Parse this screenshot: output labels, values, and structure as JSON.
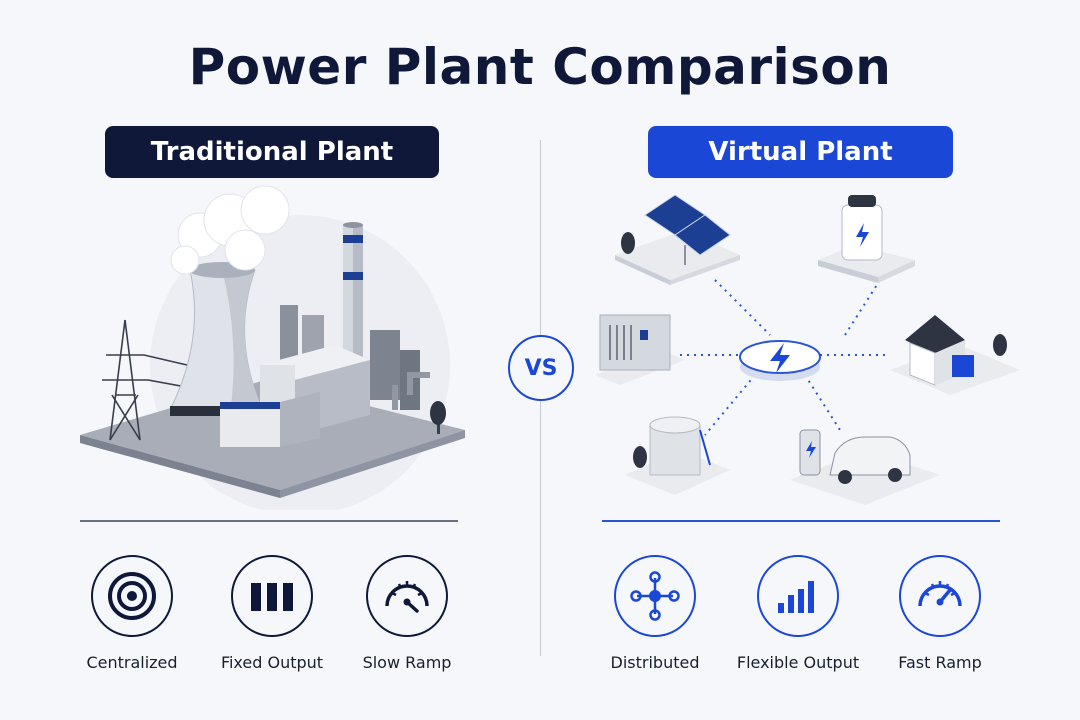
{
  "title": "Power Plant Comparison",
  "traditional": {
    "label": "Traditional Plant",
    "features": [
      {
        "label": "Centralized",
        "icon": "concentric-target-icon"
      },
      {
        "label": "Fixed Output",
        "icon": "equal-bars-icon"
      },
      {
        "label": "Slow Ramp",
        "icon": "gauge-slow-icon"
      }
    ]
  },
  "vs_label": "VS",
  "virtual": {
    "label": "Virtual Plant",
    "nodes": [
      "solar-panels",
      "battery-storage",
      "container-storage",
      "smart-house",
      "water-tank",
      "ev-charger"
    ],
    "hub_icon": "lightning-bolt-icon",
    "features": [
      {
        "label": "Distributed",
        "icon": "network-nodes-icon"
      },
      {
        "label": "Flexible Output",
        "icon": "ascending-bars-icon"
      },
      {
        "label": "Fast Ramp",
        "icon": "gauge-fast-icon"
      }
    ]
  },
  "colors": {
    "navy": "#0f1838",
    "blue": "#1a47d6",
    "background": "#f6f7fa"
  }
}
